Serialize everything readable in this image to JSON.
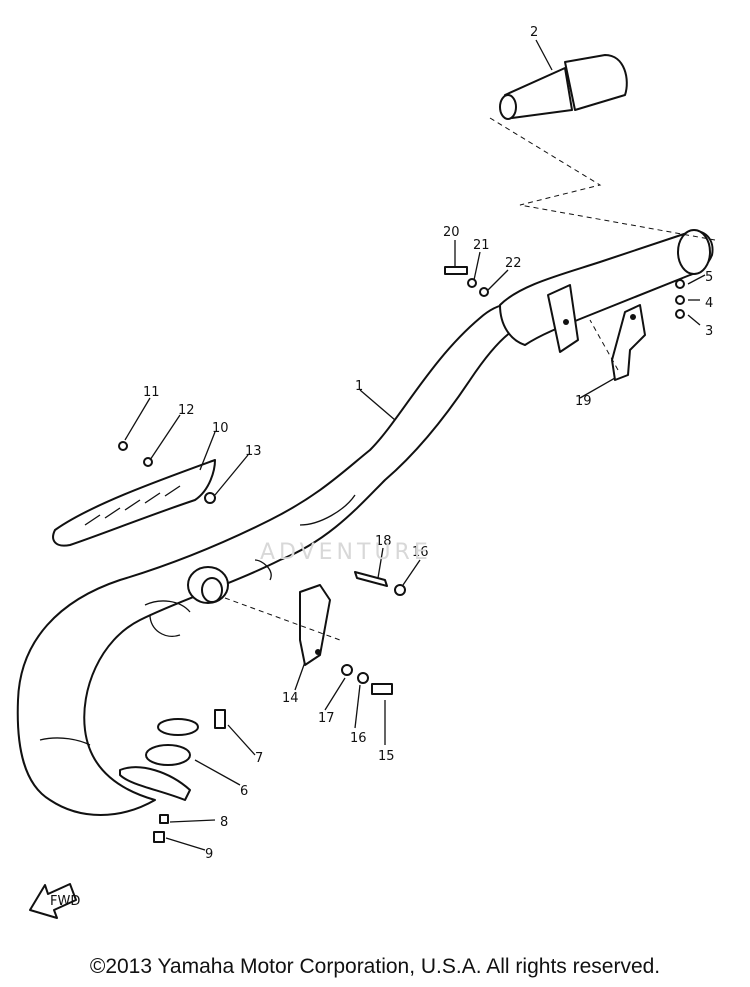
{
  "diagram": {
    "callouts": [
      "1",
      "2",
      "3",
      "4",
      "5",
      "6",
      "7",
      "8",
      "9",
      "10",
      "11",
      "12",
      "13",
      "14",
      "15",
      "16",
      "16",
      "17",
      "18",
      "19",
      "20",
      "21",
      "22"
    ],
    "fwd_label": "FWD",
    "watermark": "ADVENTURE"
  },
  "footer": {
    "copyright": "©2013 Yamaha Motor Corporation, U.S.A. All rights reserved."
  },
  "colors": {
    "ink": "#111111",
    "paper": "#ffffff"
  }
}
